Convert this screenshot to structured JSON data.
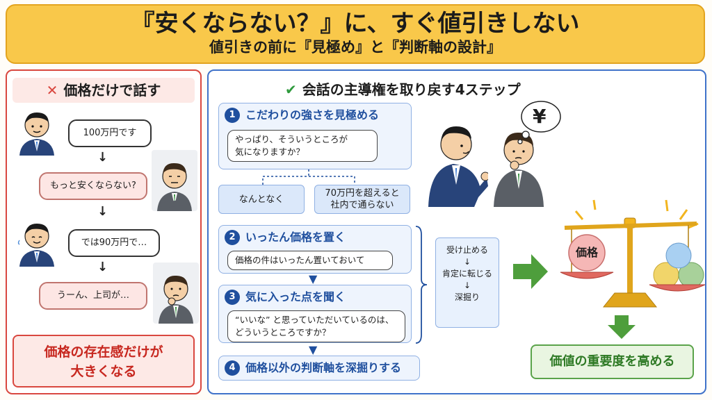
{
  "header": {
    "title": "『安くならない？』に、すぐ値引きしない",
    "subtitle": "値引きの前に『見極め』と『判断軸の設計』"
  },
  "left": {
    "heading_icon": "✕",
    "heading": "価格だけで話す",
    "bubbles": [
      "100万円です",
      "もっと安くならない?",
      "では90万円で…",
      "うーん、上司が…"
    ],
    "arrow": "↓",
    "conclusion": [
      "価格の存在感だけが",
      "大きくなる"
    ]
  },
  "right": {
    "heading_icon": "✔",
    "heading": "会話の主導権を取り戻す4ステップ",
    "steps": [
      {
        "num": "1",
        "title": "こだわりの強さを見極める",
        "quote": [
          "やっぱり、そういうところが",
          "気になりますか？"
        ]
      },
      {
        "num": "2",
        "title": "いったん価格を置く",
        "quote": [
          "価格の件はいったん置いておいて"
        ]
      },
      {
        "num": "3",
        "title": "気に入った点を聞く",
        "quote": [
          "“いいな” と思っていただいているのは、",
          "どういうところですか？"
        ]
      },
      {
        "num": "4",
        "title": "価格以外の判断軸を深掘りする"
      }
    ],
    "options": [
      {
        "lines": [
          "なんとなく"
        ]
      },
      {
        "lines": [
          "70万円を超えると",
          "社内で通らない"
        ]
      }
    ],
    "flow": [
      "受け止める",
      "↓",
      "肯定に転じる",
      "↓",
      "深掘り"
    ],
    "yen": "¥",
    "scale_label": "価格",
    "result": "価値の重要度を高める"
  },
  "colors": {
    "banner": "#f9c84a",
    "red": "#d9473f",
    "blue": "#1f4f9e",
    "green": "#5aa34a"
  }
}
